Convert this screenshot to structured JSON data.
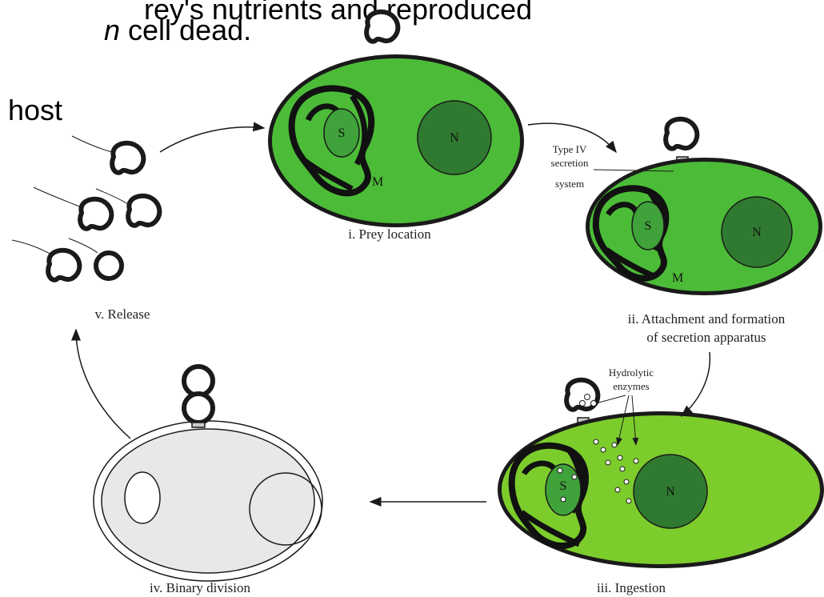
{
  "slide_text": {
    "line1": "rey's nutrients and reproduced",
    "line2_italic": "n",
    "line2_rest": " cell dead.",
    "line3": "host"
  },
  "labels": {
    "stage1": "i. Prey location",
    "stage2_line1": "ii. Attachment and formation",
    "stage2_line2": "of secretion apparatus",
    "stage3": "iii. Ingestion",
    "stage4": "iv. Binary division",
    "stage5": "v. Release",
    "secretion_line1": "Type IV",
    "secretion_line2": "secretion",
    "secretion_line3": "system",
    "enzymes_line1": "Hydrolytic",
    "enzymes_line2": "enzymes"
  },
  "organelles": {
    "starch": "S",
    "nucleus": "N",
    "mitochondrion": "M"
  },
  "colors": {
    "cell_green": "#4cbc38",
    "cell_green_light": "#7ccd2c",
    "nucleus_dark": "#2f7a30",
    "starch_green": "#3fa23a",
    "dead_cell": "#e8e8e8",
    "outline": "#1a1a1a"
  }
}
